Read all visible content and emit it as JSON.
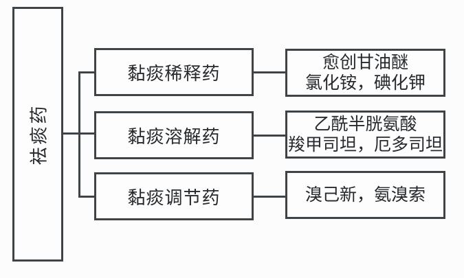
{
  "colors": {
    "background": "#fcfcfc",
    "line": "#3e4347",
    "text": "#26292d"
  },
  "root": {
    "label": "祛痰药"
  },
  "branches": [
    {
      "category": "黏痰稀释药",
      "drug_lines": [
        "愈创甘油醚",
        "氯化铵，碘化钾"
      ]
    },
    {
      "category": "黏痰溶解药",
      "drug_lines": [
        "乙酰半胱氨酸",
        "羧甲司坦，厄多司坦"
      ]
    },
    {
      "category": "黏痰调节药",
      "drug_lines": [
        "溴己新，氨溴索"
      ]
    }
  ]
}
